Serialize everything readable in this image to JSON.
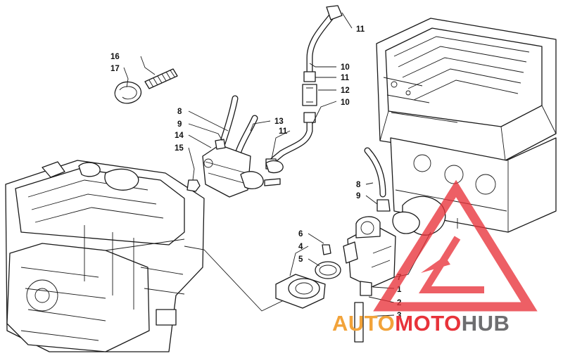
{
  "colors": {
    "logo_red": "#e8333a",
    "logo_orange": "#f2a33a",
    "logo_gray": "#6e6e70",
    "line": "#1a1a1a"
  },
  "callouts": [
    {
      "id": "c11a",
      "label": "11"
    },
    {
      "id": "c16",
      "label": "16"
    },
    {
      "id": "c17",
      "label": "17"
    },
    {
      "id": "c10a",
      "label": "10"
    },
    {
      "id": "c11b",
      "label": "11"
    },
    {
      "id": "c12",
      "label": "12"
    },
    {
      "id": "c10b",
      "label": "10"
    },
    {
      "id": "c8a",
      "label": "8"
    },
    {
      "id": "c9a",
      "label": "9"
    },
    {
      "id": "c13",
      "label": "13"
    },
    {
      "id": "c14",
      "label": "14"
    },
    {
      "id": "c11c",
      "label": "11"
    },
    {
      "id": "c15",
      "label": "15"
    },
    {
      "id": "c8b",
      "label": "8"
    },
    {
      "id": "c9b",
      "label": "9"
    },
    {
      "id": "c6",
      "label": "6"
    },
    {
      "id": "c4",
      "label": "4"
    },
    {
      "id": "c5",
      "label": "5"
    },
    {
      "id": "c7",
      "label": "7"
    },
    {
      "id": "c1",
      "label": "1"
    },
    {
      "id": "c2",
      "label": "2"
    },
    {
      "id": "c3",
      "label": "3"
    }
  ],
  "watermark": {
    "part1": "AUTO",
    "part2": "MOTO",
    "part3": "HUB"
  }
}
